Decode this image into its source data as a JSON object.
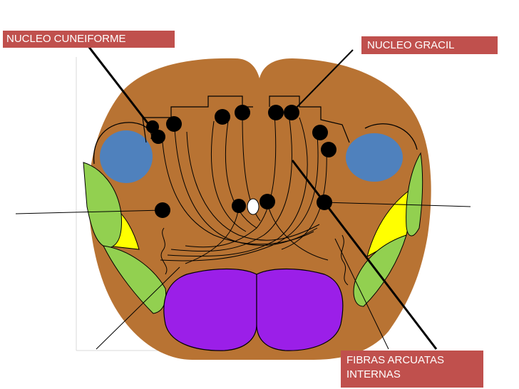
{
  "labels": {
    "cuneiforme": "NUCLEO CUNEIFORME",
    "gracil": "NUCLEO GRACIL",
    "fibras": "FIBRAS ARCUATAS\nINTERNAS"
  },
  "colors": {
    "tissue": "#b87333",
    "label_bg": "#c0504d",
    "pyramid": "#9b1fe8",
    "blue_nucleus": "#4f81bd",
    "green_olive": "#92d050",
    "yellow": "#ffff00",
    "nucleus_dot": "#000000"
  }
}
